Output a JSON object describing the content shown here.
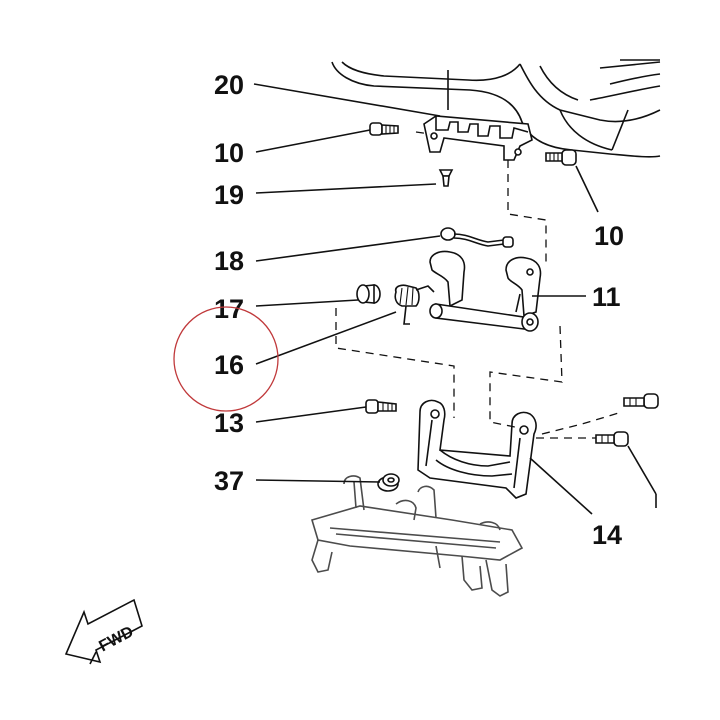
{
  "diagram": {
    "callouts": {
      "c20": "20",
      "c10a": "10",
      "c19": "19",
      "c10b": "10",
      "c18": "18",
      "c17": "17",
      "c11": "11",
      "c16": "16",
      "c13": "13",
      "c37": "37",
      "c14": "14"
    },
    "fwd_label": "FWD",
    "highlight_color": "#c0393b",
    "line_color": "#111111"
  }
}
